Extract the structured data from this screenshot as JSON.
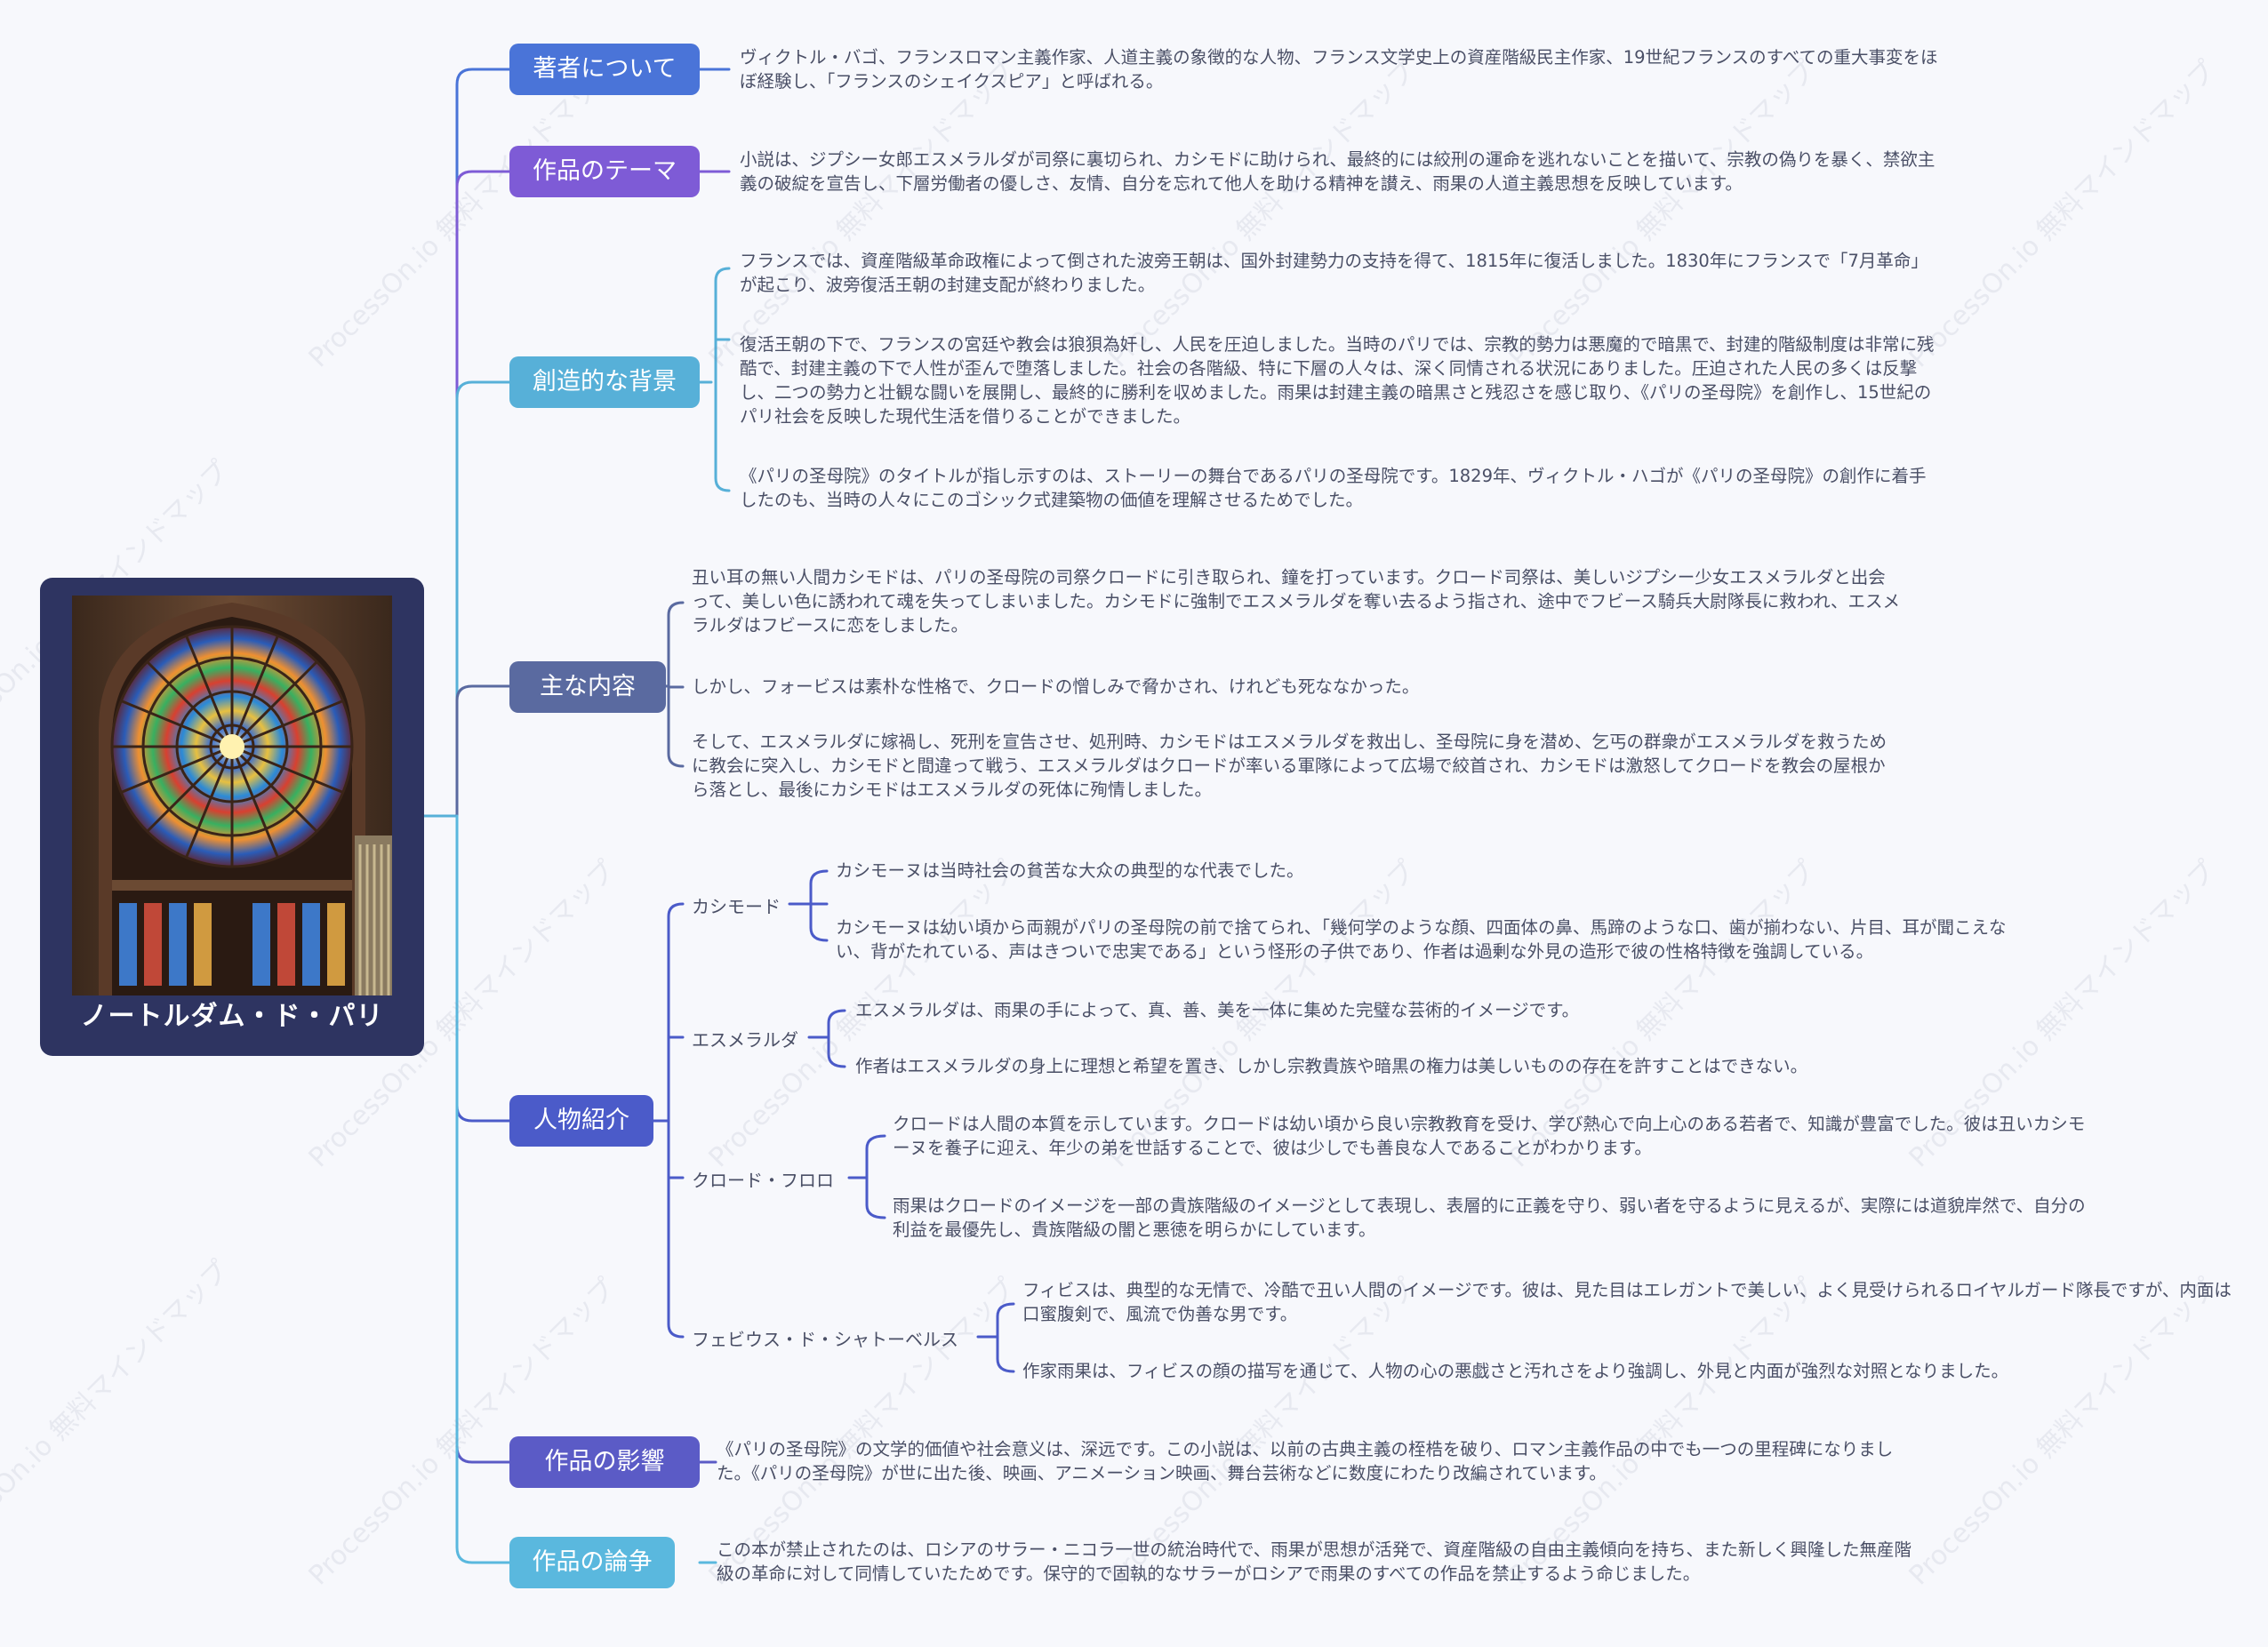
{
  "root": {
    "title": "ノートルダム・ド・パリ"
  },
  "watermark": "ProcessOn.io 無料マインドマップ",
  "colors": {
    "author": "#4a74d8",
    "theme": "#7e5bd6",
    "background": "#57b0d8",
    "content": "#5a6aa0",
    "characters": "#4b5bc9",
    "influence": "#5b5bc6",
    "controversy": "#5ab8de",
    "root_bg": "#2e3461"
  },
  "branches": {
    "author": {
      "label": "著者について",
      "text": "ヴィクトル・バゴ、フランスロマン主義作家、人道主義の象徴的な人物、フランス文学史上の資産階級民主作家、19世紀フランスのすべての重大事変をほぼ経験し、「フランスのシェイクスピア」と呼ばれる。"
    },
    "theme": {
      "label": "作品のテーマ",
      "text": "小説は、ジプシー女郎エスメラルダが司祭に裏切られ、カシモドに助けられ、最終的には絞刑の運命を逃れないことを描いて、宗教の偽りを暴く、禁欲主義の破綻を宣告し、下層労働者の優しさ、友情、自分を忘れて他人を助ける精神を讃え、雨果の人道主義思想を反映しています。"
    },
    "background": {
      "label": "創造的な背景",
      "items": [
        "フランスでは、資産階級革命政権によって倒された波旁王朝は、国外封建勢力の支持を得て、1815年に復活しました。1830年にフランスで「7月革命」が起こり、波旁復活王朝の封建支配が終わりました。",
        "復活王朝の下で、フランスの宮廷や教会は狼狽為奸し、人民を圧迫しました。当時のパリでは、宗教的勢力は悪魔的で暗黒で、封建的階級制度は非常に残酷で、封建主義の下で人性が歪んで堕落しました。社会の各階級、特に下層の人々は、深く同情される状況にありました。圧迫された人民の多くは反撃し、二つの勢力と壮観な闘いを展開し、最終的に勝利を収めました。雨果は封建主義の暗黒さと残忍さを感じ取り、《パリの圣母院》を創作し、15世紀のパリ社会を反映した現代生活を借りることができました。",
        "《パリの圣母院》のタイトルが指し示すのは、ストーリーの舞台であるパリの圣母院です。1829年、ヴィクトル・ハゴが《パリの圣母院》の創作に着手したのも、当時の人々にこのゴシック式建築物の価値を理解させるためでした。"
      ]
    },
    "content": {
      "label": "主な内容",
      "items": [
        "丑い耳の無い人間カシモドは、パリの圣母院の司祭クロードに引き取られ、鐘を打っています。クロード司祭は、美しいジプシー少女エスメラルダと出会って、美しい色に誘われて魂を失ってしまいました。カシモドに強制でエスメラルダを奪い去るよう指され、途中でフビース騎兵大尉隊長に救われ、エスメラルダはフビースに恋をしました。",
        "しかし、フォービスは素朴な性格で、クロードの憎しみで脅かされ、けれども死ななかった。",
        "そして、エスメラルダに嫁禍し、死刑を宣告させ、処刑時、カシモドはエスメラルダを救出し、圣母院に身を潜め、乞丐の群衆がエスメラルダを救うために教会に突入し、カシモドと間違って戦う、エスメラルダはクロードが率いる軍隊によって広場で絞首され、カシモドは激怒してクロードを教会の屋根から落とし、最後にカシモドはエスメラルダの死体に殉情しました。"
      ]
    },
    "characters": {
      "label": "人物紹介",
      "people": [
        {
          "name": "カシモード",
          "items": [
            "カシモーヌは当時社会の貧苦な大众の典型的な代表でした。",
            "カシモーヌは幼い頃から両親がパリの圣母院の前で捨てられ、「幾何学のような顔、四面体の鼻、馬蹄のような口、歯が揃わない、片目、耳が聞こえない、背がたれている、声はきついで忠実である」という怪形の子供であり、作者は過剰な外見の造形で彼の性格特徴を強調している。"
          ]
        },
        {
          "name": "エスメラルダ",
          "items": [
            "エスメラルダは、雨果の手によって、真、善、美を一体に集めた完璧な芸術的イメージです。",
            "作者はエスメラルダの身上に理想と希望を置き、しかし宗教貴族や暗黒の権力は美しいものの存在を許すことはできない。"
          ]
        },
        {
          "name": "クロード・フロロ",
          "items": [
            "クロードは人間の本質を示しています。クロードは幼い頃から良い宗教教育を受け、学び熱心で向上心のある若者で、知識が豊富でした。彼は丑いカシモーヌを養子に迎え、年少の弟を世話することで、彼は少しでも善良な人であることがわかります。",
            "雨果はクロードのイメージを一部の貴族階級のイメージとして表現し、表層的に正義を守り、弱い者を守るように見えるが、実際には道貌岸然で、自分の利益を最優先し、貴族階級の闇と悪徳を明らかにしています。"
          ]
        },
        {
          "name": "フェビウス・ド・シャトーベルス",
          "items": [
            "フィビスは、典型的な无情で、冷酷で丑い人間のイメージです。彼は、見た目はエレガントで美しい、よく見受けられるロイヤルガード隊長ですが、内面は口蜜腹剣で、風流で伪善な男です。",
            "作家雨果は、フィビスの顔の描写を通じて、人物の心の悪戯さと汚れさをより強調し、外見と内面が強烈な対照となりました。"
          ]
        }
      ]
    },
    "influence": {
      "label": "作品の影響",
      "text": "《パリの圣母院》の文学的価値や社会意义は、深远です。この小説は、以前の古典主義の桎梏を破り、ロマン主義作品の中でも一つの里程碑になりました。《パリの圣母院》が世に出た後、映画、アニメーション映画、舞台芸術などに数度にわたり改編されています。"
    },
    "controversy": {
      "label": "作品の論争",
      "text": "この本が禁止されたのは、ロシアのサラー・ニコラ一世の統治時代で、雨果が思想が活発で、資産階級の自由主義傾向を持ち、また新しく興隆した無産階級の革命に対して同情していたためです。保守的で固執的なサラーがロシアで雨果のすべての作品を禁止するよう命じました。"
    }
  }
}
